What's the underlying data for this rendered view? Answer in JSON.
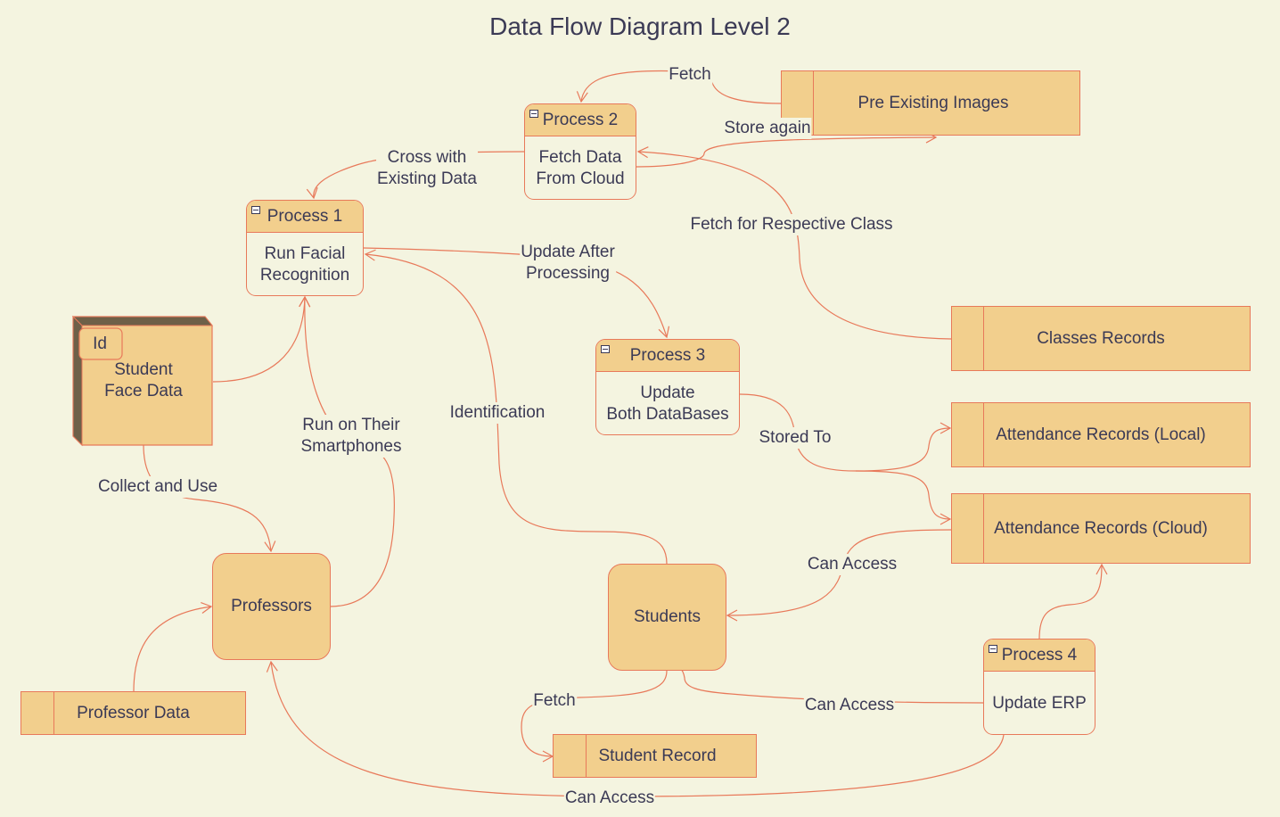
{
  "title": "Data Flow Diagram Level 2",
  "colors": {
    "background": "#f4f4e0",
    "fill": "#f2cf8d",
    "stroke": "#e8795a",
    "text": "#3b3a55",
    "cube_dark": "#6e6048"
  },
  "processes": {
    "p1": {
      "title": "Process 1",
      "body": "Run Facial\nRecognition"
    },
    "p2": {
      "title": "Process 2",
      "body": "Fetch Data\nFrom Cloud"
    },
    "p3": {
      "title": "Process 3",
      "body": "Update\nBoth DataBases"
    },
    "p4": {
      "title": "Process 4",
      "body": "Update ERP"
    }
  },
  "stores": {
    "pre_existing_images": "Pre Existing Images",
    "classes_records": "Classes Records",
    "attendance_local": "Attendance Records (Local)",
    "attendance_cloud": "Attendance Records (Cloud)",
    "professor_data": "Professor Data",
    "student_record": "Student Record"
  },
  "entities": {
    "professors": "Professors",
    "students": "Students"
  },
  "face_data": {
    "tag": "Id",
    "label": "Student\nFace Data"
  },
  "edge_labels": {
    "fetch_top": "Fetch",
    "store_again": "Store again",
    "cross_with": "Cross with\nExisting Data",
    "fetch_class": "Fetch for Respective Class",
    "update_after": "Update After\nProcessing",
    "identification": "Identification",
    "run_on": "Run on Their\nSmartphones",
    "collect_use": "Collect and Use",
    "stored_to": "Stored To",
    "can_access_cloud": "Can Access",
    "can_access_p4": "Can Access",
    "fetch_bottom": "Fetch",
    "can_access_bottom": "Can Access"
  }
}
